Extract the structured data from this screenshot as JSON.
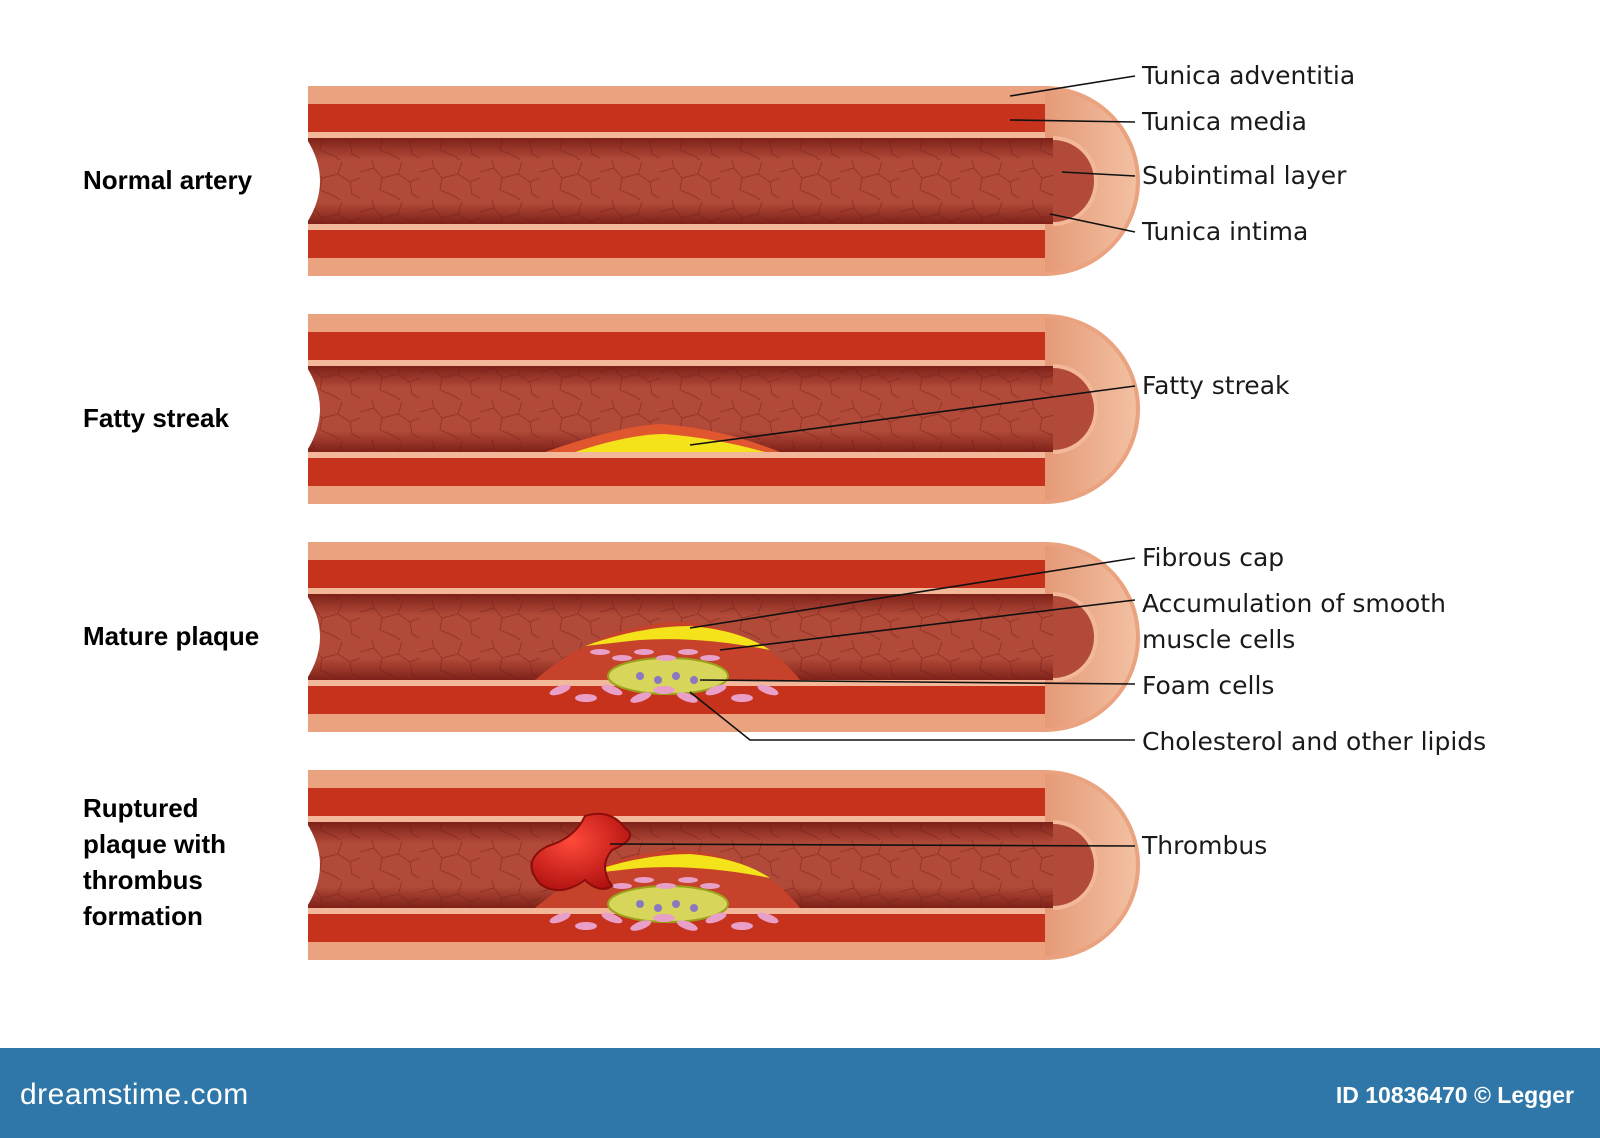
{
  "stages": [
    {
      "id": "normal",
      "label": "Normal artery",
      "lesion": "none"
    },
    {
      "id": "fatty",
      "label": "Fatty streak",
      "lesion": "fatty_streak"
    },
    {
      "id": "mature",
      "label": "Mature plaque",
      "lesion": "mature_plaque"
    },
    {
      "id": "ruptured",
      "label": "Ruptured\nplaque with\nthrombus\nformation",
      "lesion": "ruptured_with_thrombus"
    }
  ],
  "callouts": {
    "tunica_adventitia": "Tunica adventitia",
    "tunica_media": "Tunica media",
    "subintimal_layer": "Subintimal layer",
    "tunica_intima": "Tunica intima",
    "fatty_streak": "Fatty streak",
    "fibrous_cap": "Fibrous cap",
    "smooth_muscle": "Accumulation of smooth\nmuscle cells",
    "foam_cells": "Foam cells",
    "cholesterol": "Cholesterol and other lipids",
    "thrombus": "Thrombus"
  },
  "footer": {
    "logo": "dreamstime.com",
    "credit": "ID 10836470 © Legger"
  },
  "colors": {
    "adventitia": "#eaa27f",
    "media": "#c7321d",
    "intima": "#e0562f",
    "lumen": "#a23a2c",
    "fatty": "#f4e21a",
    "foam": "#d7d65a",
    "smooth_muscle_cells": "#e8a0c8",
    "thrombus": "#d42020",
    "footer_bar": "#2f77a8"
  }
}
